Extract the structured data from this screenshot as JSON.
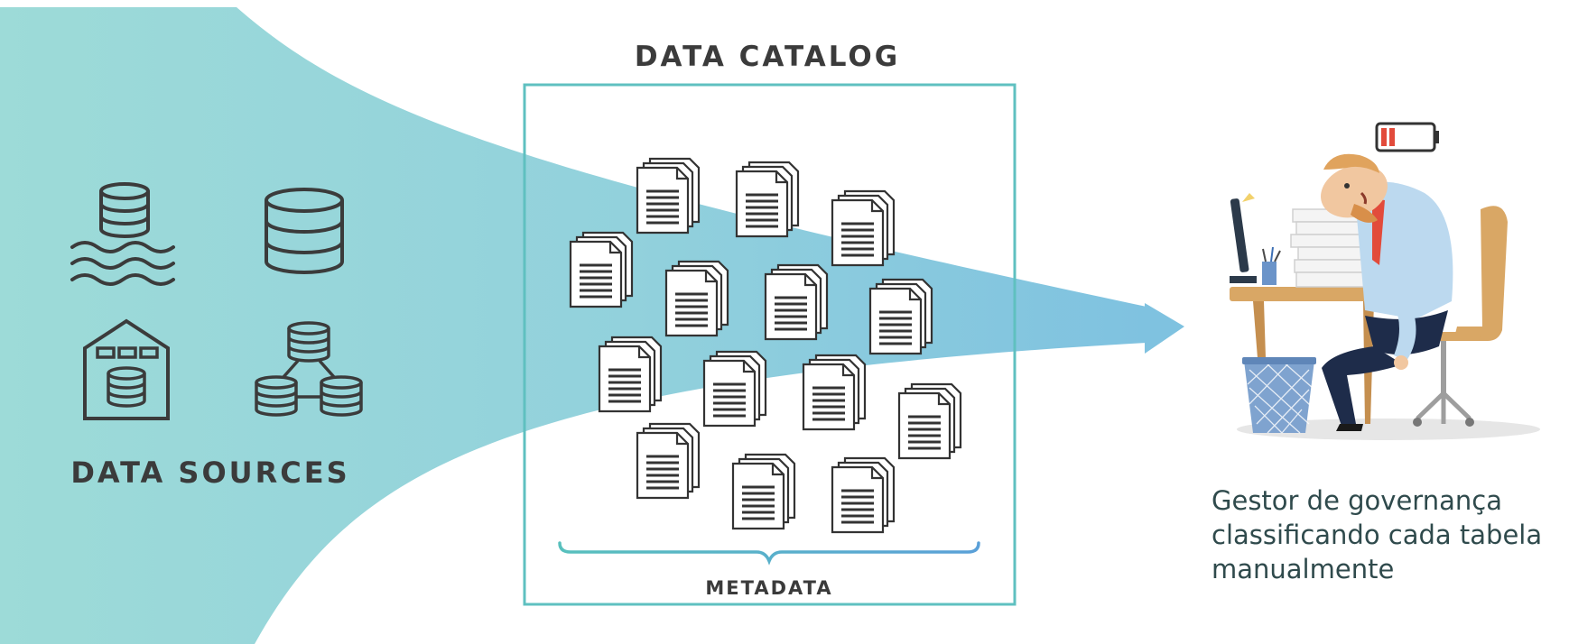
{
  "catalog": {
    "title": "DATA CATALOG",
    "metadata_label": "METADATA"
  },
  "sources": {
    "label": "DATA SOURCES",
    "icons": [
      "data-lake-icon",
      "database-icon",
      "data-warehouse-icon",
      "distributed-database-icon"
    ]
  },
  "caption": {
    "lines": [
      "Gestor de governança",
      "classificando cada tabela",
      "manualmente"
    ]
  },
  "colors": {
    "funnel_light": "#9ddbd8",
    "funnel_dark": "#80c4dc",
    "frame": "#5fc0c0",
    "icon_stroke": "#3b3b3b",
    "battery_low": "#e24b3b",
    "caption_text": "#2f4a4c"
  },
  "illustration": {
    "subject": "tired-worker-at-desk",
    "battery": "battery-low-icon"
  }
}
